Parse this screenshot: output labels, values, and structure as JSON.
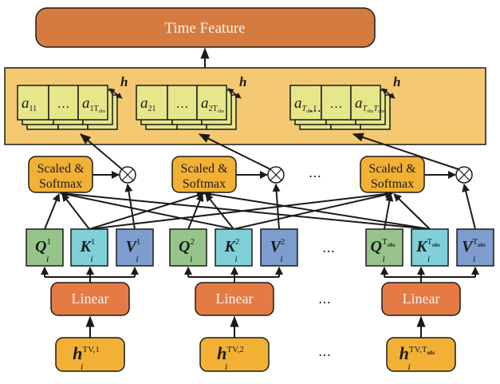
{
  "title": "Time Feature",
  "colors": {
    "time_feature": "#d67b40",
    "panel": "#f5c971",
    "matrix": "#e6e68a",
    "softmax": "#f2b134",
    "q": "#97c48a",
    "k": "#7fd0d9",
    "v": "#7e9ccd",
    "linear": "#e57a45",
    "h": "#f2b134",
    "stroke": "#1a1a1a"
  },
  "depth_label": "h",
  "ellipsis": "…",
  "groups": [
    {
      "id": "1",
      "matrix_cells": [
        {
          "base": "a",
          "sub": "11",
          "subsub": ""
        },
        {
          "base": "…",
          "sub": "",
          "subsub": ""
        },
        {
          "base": "a",
          "sub": "1T",
          "subsub": "obs"
        }
      ],
      "softmax_line1": "Scaled &",
      "softmax_line2": "Softmax",
      "q": {
        "base": "Q",
        "sub": "i",
        "sup": "1",
        "supsub": ""
      },
      "k": {
        "base": "K",
        "sub": "i",
        "sup": "1",
        "supsub": ""
      },
      "v": {
        "base": "V",
        "sub": "i",
        "sup": "1",
        "supsub": ""
      },
      "linear_label": "Linear",
      "h": {
        "base": "h",
        "sub": "i",
        "sup": "TV,1",
        "supsub": ""
      }
    },
    {
      "id": "2",
      "matrix_cells": [
        {
          "base": "a",
          "sub": "21",
          "subsub": ""
        },
        {
          "base": "…",
          "sub": "",
          "subsub": ""
        },
        {
          "base": "a",
          "sub": "2T",
          "subsub": "obs"
        }
      ],
      "softmax_line1": "Scaled &",
      "softmax_line2": "Softmax",
      "q": {
        "base": "Q",
        "sub": "i",
        "sup": "2",
        "supsub": ""
      },
      "k": {
        "base": "K",
        "sub": "i",
        "sup": "2",
        "supsub": ""
      },
      "v": {
        "base": "V",
        "sub": "i",
        "sup": "2",
        "supsub": ""
      },
      "linear_label": "Linear",
      "h": {
        "base": "h",
        "sub": "i",
        "sup": "TV,2",
        "supsub": ""
      }
    },
    {
      "id": "Tobs",
      "matrix_cells": [
        {
          "base": "a",
          "sub": "T",
          "subsub": "obs",
          "tail": "1"
        },
        {
          "base": "…",
          "sub": "",
          "subsub": ""
        },
        {
          "base": "a",
          "sub": "T",
          "subsub": "obs",
          "tail": "T",
          "tailsub": "obs"
        }
      ],
      "softmax_line1": "Scaled &",
      "softmax_line2": "Softmax",
      "q": {
        "base": "Q",
        "sub": "i",
        "sup": "T",
        "supsub": "obs"
      },
      "k": {
        "base": "K",
        "sub": "i",
        "sup": "T",
        "supsub": "obs"
      },
      "v": {
        "base": "V",
        "sub": "i",
        "sup": "T",
        "supsub": "obs"
      },
      "linear_label": "Linear",
      "h": {
        "base": "h",
        "sub": "i",
        "sup": "TV,T",
        "supsub": "obs"
      }
    }
  ]
}
